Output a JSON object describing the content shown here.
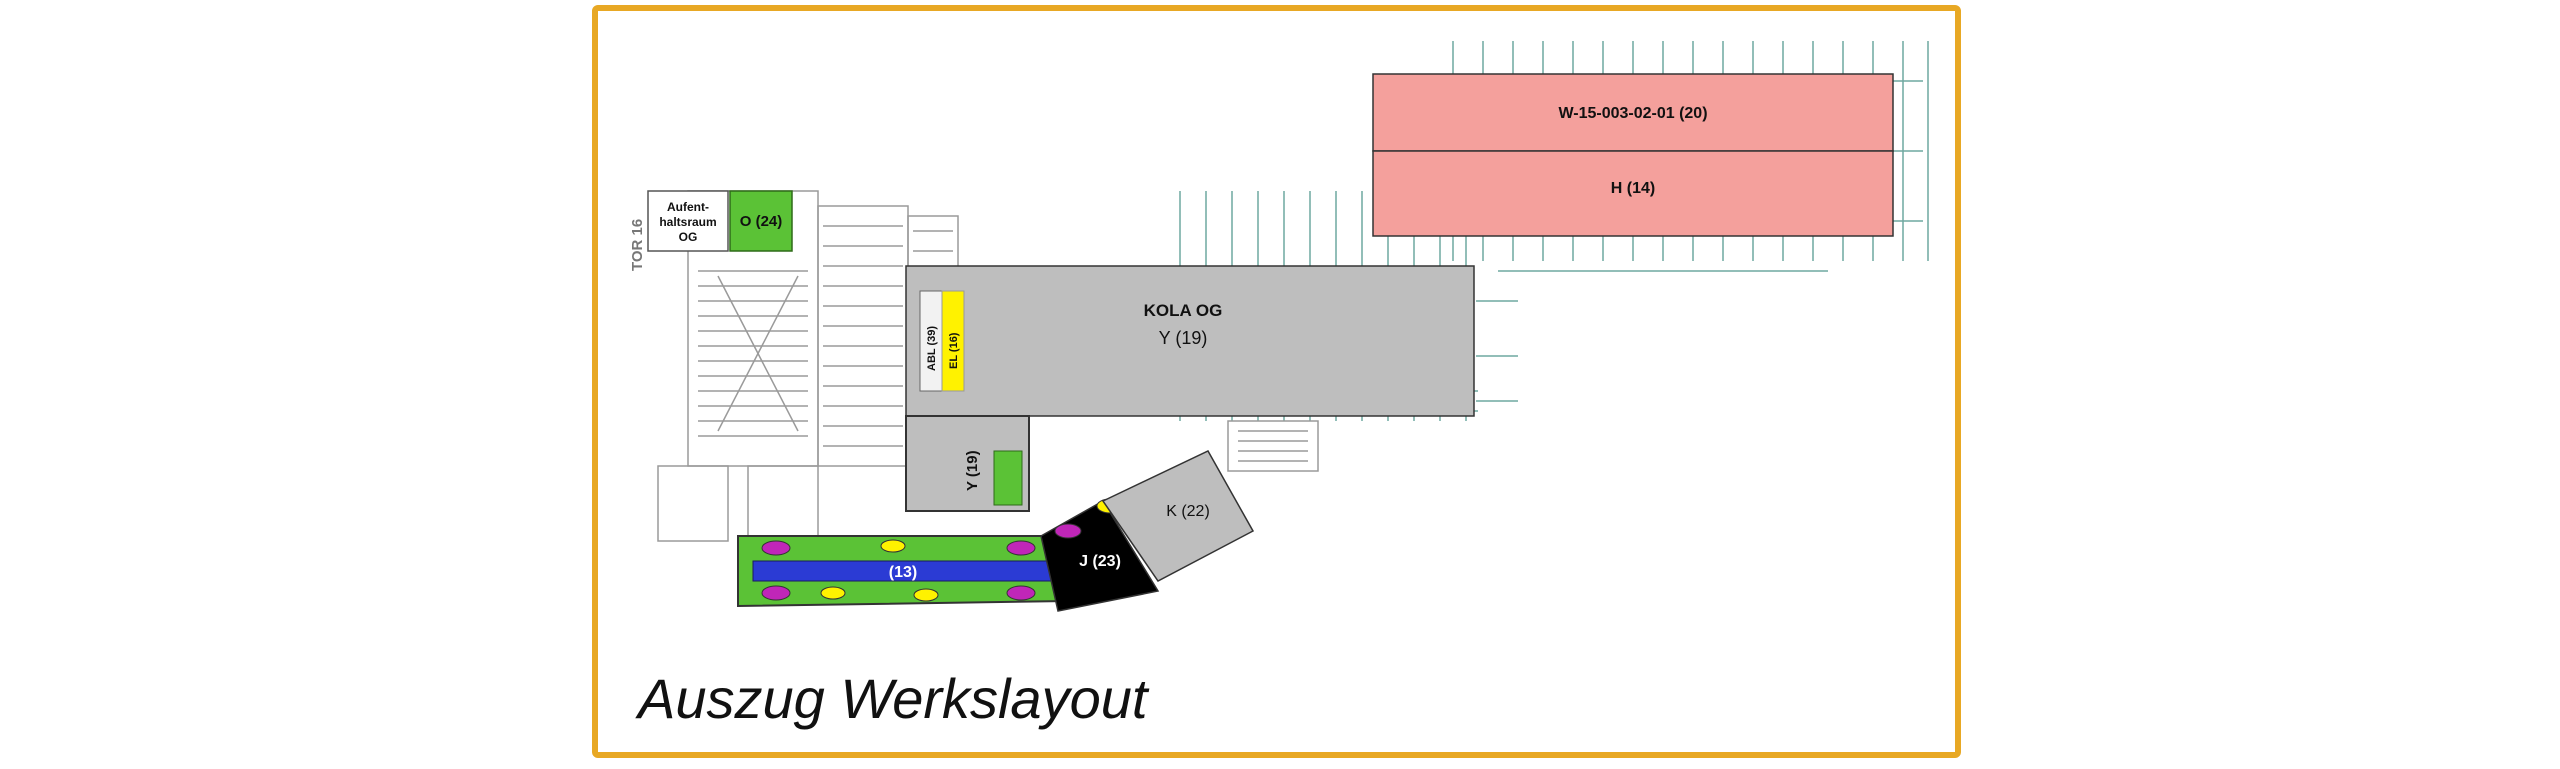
{
  "caption": "Auszug Werkslayout",
  "labels": {
    "hall_top": "W-15-003-02-01 (20)",
    "hall_bottom": "H (14)",
    "aufenthaltsraum_1": "Aufent-",
    "aufenthaltsraum_2": "haltsraum",
    "aufenthaltsraum_3": "OG",
    "o24": "O (24)",
    "tor16": "TOR 16",
    "kola_og": "KOLA OG",
    "y19_main": "Y (19)",
    "abl": "ABL (39)",
    "el": "EL (16)",
    "y19_small": "Y (19)",
    "k22": "K (22)",
    "j23": "J (23)",
    "l13": "(13)"
  },
  "colors": {
    "frame": "#E8A824",
    "hall_red": "#F4A09C",
    "grey_zone": "#BEBEBE",
    "green_zone": "#5BC236",
    "blue_bar": "#2B3BD4",
    "yellow_zone": "#FFF200",
    "magenta": "#C026B8",
    "black_zone": "#000000",
    "grid_line": "#6FA8A0"
  }
}
